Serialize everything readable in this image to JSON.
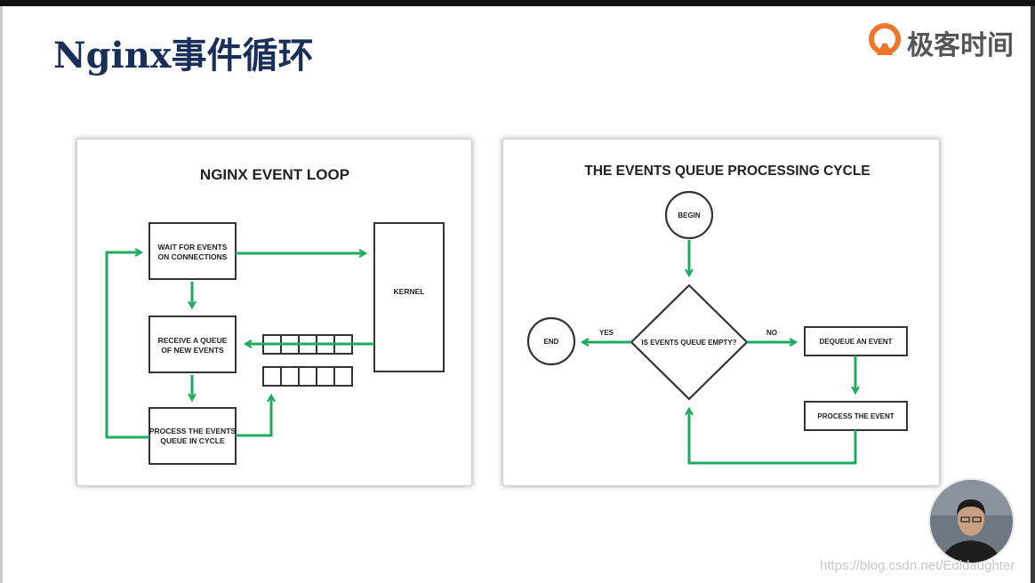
{
  "slide": {
    "title": "Nginx事件循环",
    "brand_name": "极客时间",
    "brand_logo_icon": "geektime-logo-icon",
    "watermark": "https://blog.csdn.net/Edidaughter"
  },
  "colors": {
    "title": "#1a2e5a",
    "arrow": "#1faa5e",
    "box_border": "#333333",
    "brand_orange": "#f0742a"
  },
  "left_diagram": {
    "title": "NGINX EVENT LOOP",
    "wait_box": [
      "WAIT FOR EVENTS",
      "ON CONNECTIONS"
    ],
    "receive_box": [
      "RECEIVE A QUEUE",
      "OF NEW EVENTS"
    ],
    "process_box": [
      "PROCESS THE EVENTS",
      "QUEUE IN CYCLE"
    ],
    "kernel_box": "KERNEL"
  },
  "right_diagram": {
    "title": "THE EVENTS QUEUE PROCESSING CYCLE",
    "begin": "BEGIN",
    "end": "END",
    "decision": "IS EVENTS QUEUE EMPTY?",
    "yes_label": "YES",
    "no_label": "NO",
    "dequeue_box": "DEQUEUE AN EVENT",
    "process_box": "PROCESS THE EVENT"
  }
}
